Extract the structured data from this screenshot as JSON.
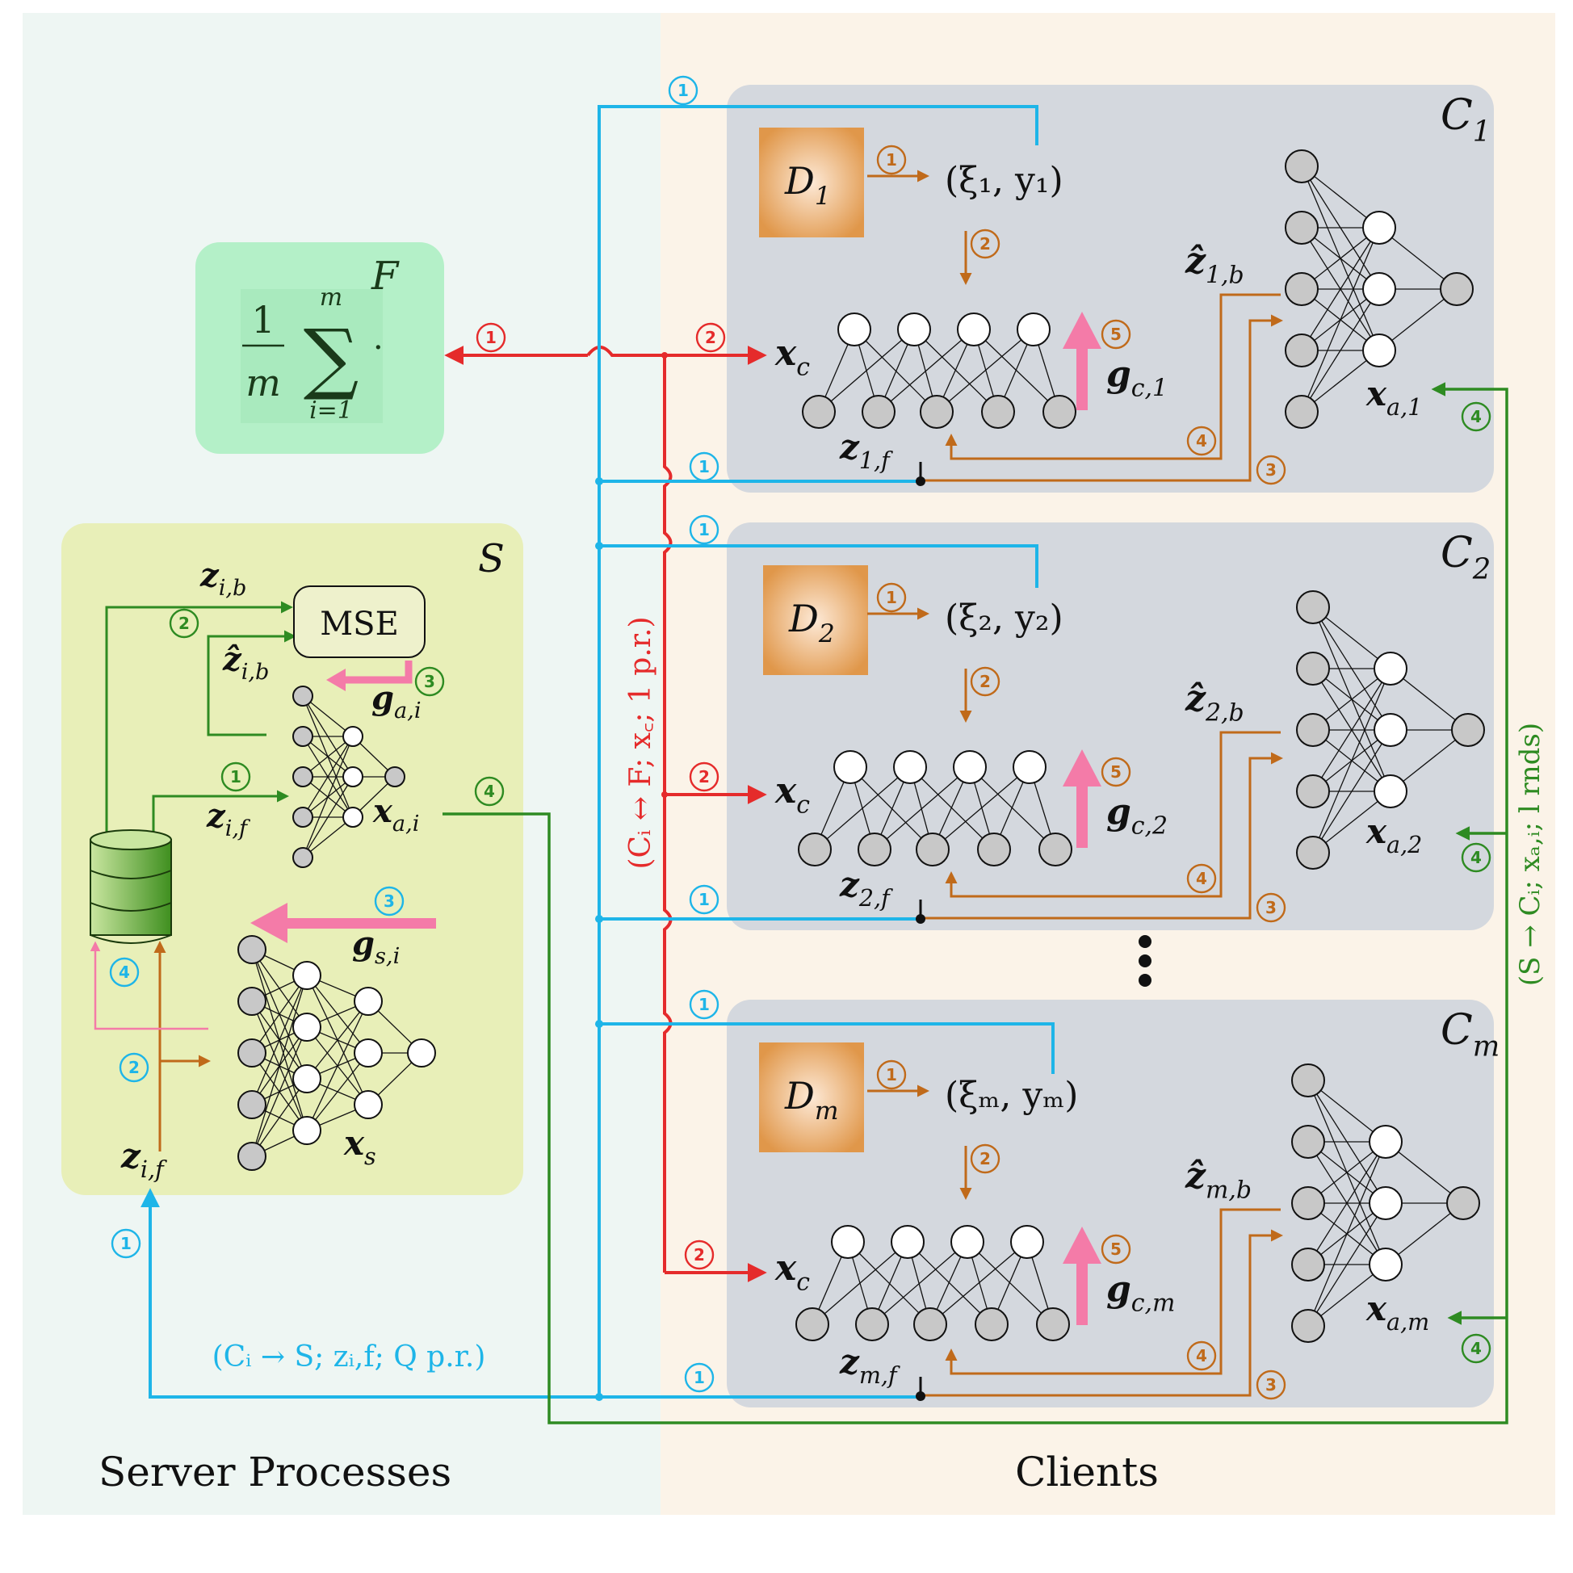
{
  "regions": {
    "server": "Server Processes",
    "clients": "Clients"
  },
  "fed": {
    "label": "F",
    "frac_num": "1",
    "frac_den": "m",
    "sum_top": "m",
    "sum_bottom": "i=1",
    "sigma": "∑",
    "dot": "·"
  },
  "server": {
    "label": "S",
    "mse": "MSE",
    "z_b": "z",
    "z_b_sub": "i,b",
    "zhat_b": "ẑ",
    "zhat_b_sub": "i,b",
    "g_a": "g",
    "g_a_sub": "a,i",
    "z_f_top": "z",
    "z_f_top_sub": "i,f",
    "x_a": "x",
    "x_a_sub": "a,i",
    "g_s": "g",
    "g_s_sub": "s,i",
    "x_s": "x",
    "x_s_sub": "s",
    "z_f_bottom": "z",
    "z_f_bottom_sub": "i,f"
  },
  "clients": [
    {
      "label": "C",
      "label_sub": "1",
      "data": "D",
      "data_sub": "1",
      "sample": "(ξ₁, y₁)",
      "xc": "x",
      "xc_sub": "c",
      "g": "g",
      "g_sub": "c,1",
      "zf": "z",
      "zf_sub": "1,f",
      "zhat": "ẑ",
      "zhat_sub": "1,b",
      "xa": "x",
      "xa_sub": "a,1"
    },
    {
      "label": "C",
      "label_sub": "2",
      "data": "D",
      "data_sub": "2",
      "sample": "(ξ₂, y₂)",
      "xc": "x",
      "xc_sub": "c",
      "g": "g",
      "g_sub": "c,2",
      "zf": "z",
      "zf_sub": "2,f",
      "zhat": "ẑ",
      "zhat_sub": "2,b",
      "xa": "x",
      "xa_sub": "a,2"
    },
    {
      "label": "C",
      "label_sub": "m",
      "data": "D",
      "data_sub": "m",
      "sample": "(ξₘ, yₘ)",
      "xc": "x",
      "xc_sub": "c",
      "g": "g",
      "g_sub": "c,m",
      "zf": "z",
      "zf_sub": "m,f",
      "zhat": "ẑ",
      "zhat_sub": "m,b",
      "xa": "x",
      "xa_sub": "a,m"
    }
  ],
  "links": {
    "red": "(Cᵢ ↔ F; x꜀; 1 p.r.)",
    "green": "(S → Cᵢ; xₐ,ᵢ; l rnds)",
    "cyan": "(Cᵢ → S; zᵢ,f; Q p.r.)"
  },
  "step_numbers": [
    "1",
    "2",
    "3",
    "4",
    "5"
  ],
  "colors": {
    "server_bg": "#eef6f3",
    "client_bg": "#fbf3e8",
    "fed_box": "#b4f0c8",
    "server_box": "#e8efb8",
    "client_box": "#d4d8de",
    "data_box": "#e09a4e",
    "red": "#e52b2b",
    "cyan": "#1eb5e8",
    "green": "#2e8b22",
    "brown": "#c06a1a",
    "pink": "#f47ba8",
    "node_gray": "#c8c8c8"
  },
  "icons": [
    "database-icon",
    "neural-net-icon"
  ]
}
